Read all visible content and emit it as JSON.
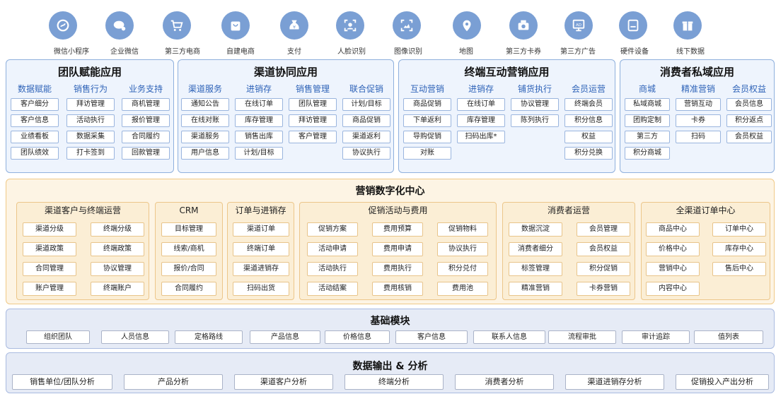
{
  "integrations": [
    {
      "label": "微信小程序",
      "icon": "mini-program-icon"
    },
    {
      "label": "企业微信",
      "icon": "wecom-chat-icon"
    },
    {
      "label": "第三方电商",
      "icon": "shopping-cart-icon"
    },
    {
      "label": "自建电商",
      "icon": "shopping-bag-icon"
    },
    {
      "label": "支付",
      "icon": "money-bag-icon"
    },
    {
      "label": "人脸识别",
      "icon": "face-recognition-icon"
    },
    {
      "label": "图像识别",
      "icon": "image-recognition-icon"
    },
    {
      "label": "地图",
      "icon": "map-pin-icon"
    },
    {
      "label": "第三方卡券",
      "icon": "coupon-icon"
    },
    {
      "label": "第三方广告",
      "icon": "ad-screen-icon"
    },
    {
      "label": "硬件设备",
      "icon": "hardware-device-icon"
    },
    {
      "label": "线下数据",
      "icon": "offline-data-icon"
    }
  ],
  "apps": [
    {
      "title": "团队赋能应用",
      "columns": [
        {
          "header": "数据赋能",
          "items": [
            "客户细分",
            "客户信息",
            "业绩看板",
            "团队绩效"
          ]
        },
        {
          "header": "销售行为",
          "items": [
            "拜访管理",
            "活动执行",
            "数据采集",
            "打卡签到"
          ]
        },
        {
          "header": "业务支持",
          "items": [
            "商机管理",
            "报价管理",
            "合同履约",
            "回款管理"
          ]
        }
      ]
    },
    {
      "title": "渠道协同应用",
      "columns": [
        {
          "header": "渠道服务",
          "items": [
            "通知公告",
            "在线对账",
            "渠道服务",
            "用户信息"
          ]
        },
        {
          "header": "进销存",
          "items": [
            "在线订单",
            "库存管理",
            "销售出库",
            "计划/目标"
          ]
        },
        {
          "header": "销售管理",
          "items": [
            "团队管理",
            "拜访管理",
            "客户管理",
            ""
          ]
        },
        {
          "header": "联合促销",
          "items": [
            "计划/目标",
            "商品促销",
            "渠道返利",
            "协议执行"
          ]
        }
      ]
    },
    {
      "title": "终端互动营销应用",
      "columns": [
        {
          "header": "互动营销",
          "items": [
            "商品促销",
            "下单返利",
            "导购促销",
            "对账"
          ]
        },
        {
          "header": "进销存",
          "items": [
            "在线订单",
            "库存管理",
            "扫码出库*",
            ""
          ]
        },
        {
          "header": "铺货执行",
          "items": [
            "协议管理",
            "陈列执行",
            "",
            ""
          ]
        },
        {
          "header": "会员运营",
          "items": [
            "终端会员",
            "积分信息",
            "权益",
            "积分兑换"
          ]
        }
      ]
    },
    {
      "title": "消费者私域应用",
      "columns": [
        {
          "header": "商城",
          "items": [
            "私域商城",
            "团购定制",
            "第三方",
            "积分商城"
          ]
        },
        {
          "header": "精准营销",
          "items": [
            "营销互动",
            "卡券",
            "扫码",
            ""
          ]
        },
        {
          "header": "会员权益",
          "items": [
            "会员信息",
            "积分返点",
            "会员权益",
            ""
          ]
        }
      ]
    }
  ],
  "center": {
    "title": "营销数字化中心",
    "groups": [
      {
        "title": "渠道客户与终端运营",
        "items": [
          "渠道分级",
          "终端分级",
          "渠道政策",
          "终端政策",
          "合同管理",
          "协议管理",
          "账户管理",
          "终端账户"
        ]
      },
      {
        "title": "CRM",
        "items": [
          "目标管理",
          "线索/商机",
          "报价/合同",
          "合同履约"
        ]
      },
      {
        "title": "订单与进销存",
        "items": [
          "渠道订单",
          "终端订单",
          "渠道进销存",
          "扫码出货"
        ]
      },
      {
        "title": "促销活动与费用",
        "items": [
          "促销方案",
          "费用预算",
          "促销物料",
          "活动申请",
          "费用申请",
          "协议执行",
          "活动执行",
          "费用执行",
          "积分兑付",
          "活动结案",
          "费用核销",
          "费用池"
        ]
      },
      {
        "title": "消费者运营",
        "items": [
          "数据沉淀",
          "会员管理",
          "消费者细分",
          "会员权益",
          "标签管理",
          "积分促销",
          "精准营销",
          "卡券营销"
        ]
      },
      {
        "title": "全渠道订单中心",
        "items": [
          "商品中心",
          "订单中心",
          "价格中心",
          "库存中心",
          "营销中心",
          "售后中心",
          "内容中心"
        ]
      }
    ]
  },
  "basic": {
    "title": "基础模块",
    "items": [
      "组织团队",
      "人员信息",
      "定格路线",
      "产品信息",
      "价格信息",
      "客户信息",
      "联系人信息",
      "流程审批",
      "审计追踪",
      "值列表"
    ]
  },
  "output": {
    "title": "数据输出 & 分析",
    "items": [
      "销售单位/团队分析",
      "产品分析",
      "渠道客户分析",
      "终端分析",
      "消费者分析",
      "渠道进销存分析",
      "促销投入产出分析"
    ]
  },
  "colors": {
    "app_panel": "#eef4fd",
    "app_border": "#8fb0dd",
    "col_header": "#2f63b8",
    "icon_bg": "#7a9fd4",
    "center_bg": "#fdf4e4",
    "center_border": "#f0c987",
    "basic_bg": "#e6ebf6"
  }
}
